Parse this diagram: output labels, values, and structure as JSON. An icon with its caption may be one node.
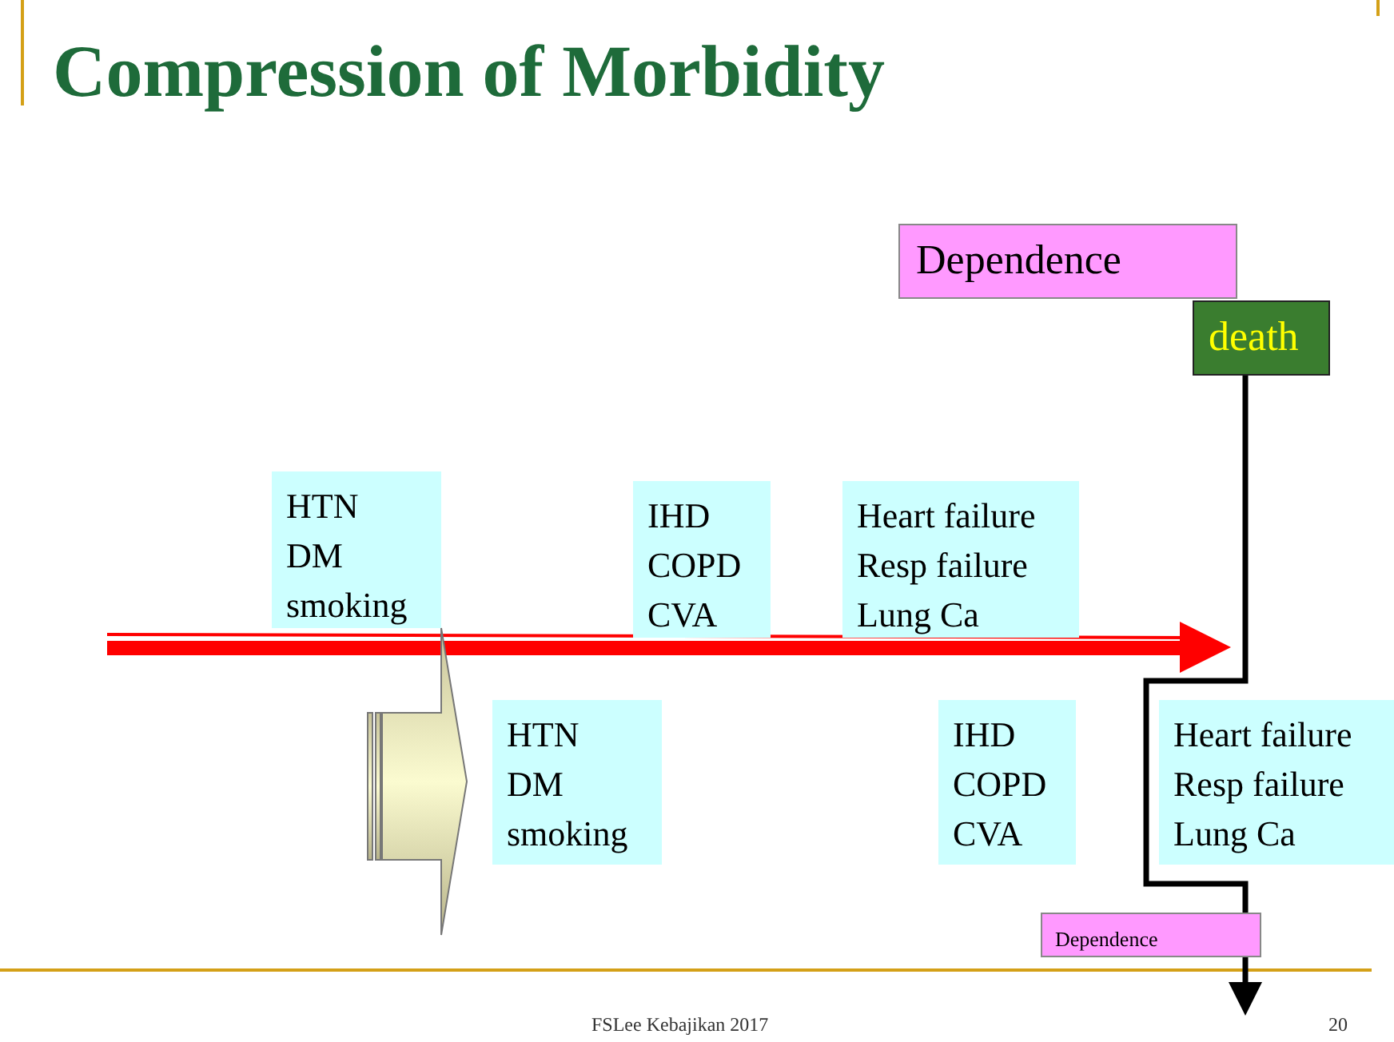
{
  "diagram": {
    "title": "Compression of Morbidity",
    "nodes": [
      {
        "text": [
          "Dependence"
        ]
      },
      {
        "text": [
          "death"
        ]
      },
      {
        "text": [
          "HTN",
          "DM",
          "smoking"
        ]
      },
      {
        "text": [
          "IHD",
          "COPD",
          "CVA"
        ]
      },
      {
        "text": [
          "Heart failure",
          "Resp failure",
          "Lung Ca"
        ]
      },
      {
        "text": [
          "HTN",
          "DM",
          "smoking"
        ]
      },
      {
        "text": [
          "IHD",
          "COPD",
          "CVA"
        ]
      },
      {
        "text": [
          "Heart failure",
          "Resp failure",
          "Lung Ca"
        ]
      },
      {
        "text": [
          "Dependence"
        ]
      }
    ],
    "edges": [
      {
        "from": 1,
        "to": 8,
        "arrow": "none"
      },
      {
        "from": 8,
        "to": null,
        "arrow": "to"
      }
    ],
    "labels": [
      "FSLee Kebajikan 2017",
      "20"
    ]
  }
}
